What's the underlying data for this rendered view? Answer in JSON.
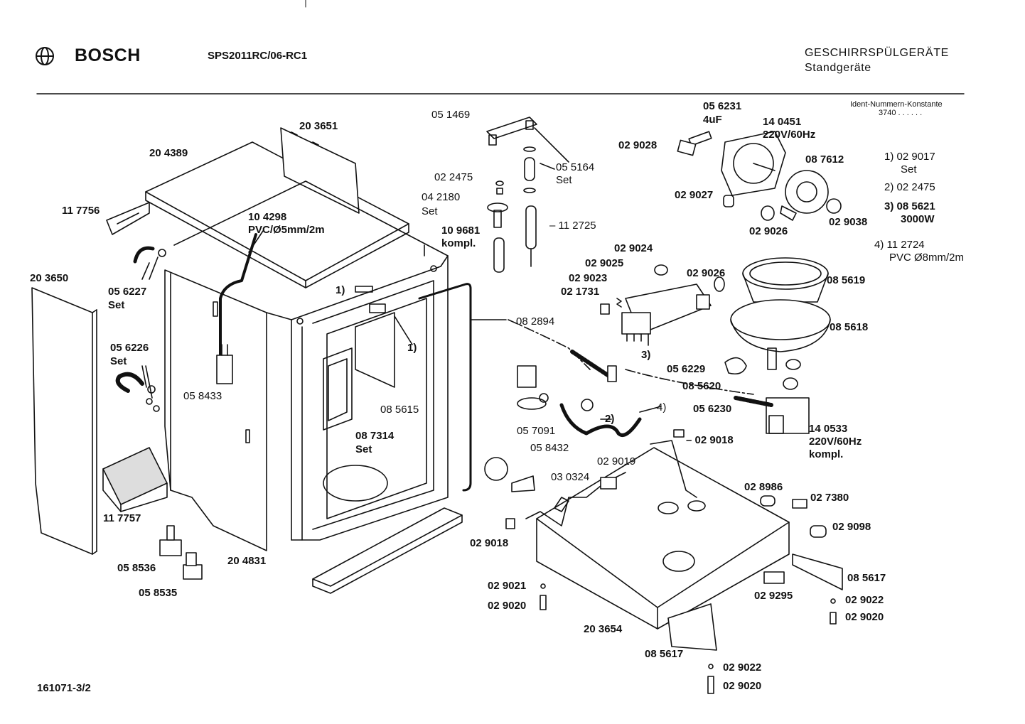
{
  "header": {
    "brand": "BOSCH",
    "model": "SPS2011RC/06-RC1",
    "category": "GESCHIRRSPÜLGERÄTE",
    "subcategory": "Standgeräte",
    "ident_title": "Ident-Nummern-Konstante",
    "ident_value": "3740  . .   . . . .",
    "icon": "bosch-armature-logo"
  },
  "legend": [
    {
      "key": "1)",
      "number": "02 9017",
      "note": "Set"
    },
    {
      "key": "2)",
      "number": "02 2475",
      "note": ""
    },
    {
      "key": "3)",
      "number": "08 5621",
      "note": "3000W"
    },
    {
      "key": "4)",
      "number": "11 2724",
      "note": "PVC Ø8mm/2m"
    }
  ],
  "parts": [
    {
      "id": "p203651",
      "text": "20 3651"
    },
    {
      "id": "p204389",
      "text": "20 4389"
    },
    {
      "id": "p117756",
      "text": "11 7756"
    },
    {
      "id": "p104298",
      "text": "10 4298"
    },
    {
      "id": "p104298b",
      "text": "PVC/Ø5mm/2m"
    },
    {
      "id": "p203650",
      "text": "20 3650"
    },
    {
      "id": "p056227",
      "text": "05 6227"
    },
    {
      "id": "p056227s",
      "text": "Set"
    },
    {
      "id": "p056226",
      "text": "05 6226"
    },
    {
      "id": "p056226s",
      "text": "Set"
    },
    {
      "id": "p058433",
      "text": "05 8433"
    },
    {
      "id": "p117757",
      "text": "11 7757"
    },
    {
      "id": "p058536",
      "text": "05 8536"
    },
    {
      "id": "p058535",
      "text": "05 8535"
    },
    {
      "id": "p204831",
      "text": "20 4831"
    },
    {
      "id": "p_1a",
      "text": "1)"
    },
    {
      "id": "p_1b",
      "text": "1)"
    },
    {
      "id": "p085615",
      "text": "08 5615"
    },
    {
      "id": "p087314",
      "text": "08 7314"
    },
    {
      "id": "p087314s",
      "text": "Set"
    },
    {
      "id": "p051469",
      "text": "05 1469"
    },
    {
      "id": "p022475",
      "text": "02 2475"
    },
    {
      "id": "p042180",
      "text": "04 2180"
    },
    {
      "id": "p042180s",
      "text": "Set"
    },
    {
      "id": "p055164",
      "text": "05 5164"
    },
    {
      "id": "p055164s",
      "text": "Set"
    },
    {
      "id": "p109681",
      "text": "10 9681"
    },
    {
      "id": "p109681k",
      "text": "kompl."
    },
    {
      "id": "p112725",
      "text": "11 2725"
    },
    {
      "id": "p082894",
      "text": "08 2894"
    },
    {
      "id": "p029024",
      "text": "02 9024"
    },
    {
      "id": "p029025",
      "text": "02 9025"
    },
    {
      "id": "p029023",
      "text": "02 9023"
    },
    {
      "id": "p021731",
      "text": "02 1731"
    },
    {
      "id": "p029026a",
      "text": "02 9026"
    },
    {
      "id": "p_3",
      "text": "3)"
    },
    {
      "id": "p056231",
      "text": "05 6231"
    },
    {
      "id": "p056231c",
      "text": "4uF"
    },
    {
      "id": "p140451",
      "text": "14 0451"
    },
    {
      "id": "p140451v",
      "text": "220V/60Hz"
    },
    {
      "id": "p029028",
      "text": "02 9028"
    },
    {
      "id": "p087612",
      "text": "08 7612"
    },
    {
      "id": "p029027",
      "text": "02 9027"
    },
    {
      "id": "p029026b",
      "text": "02 9026"
    },
    {
      "id": "p029038",
      "text": "02 9038"
    },
    {
      "id": "p085619",
      "text": "08 5619"
    },
    {
      "id": "p085618",
      "text": "08 5618"
    },
    {
      "id": "p056229",
      "text": "05 6229"
    },
    {
      "id": "p085620",
      "text": "08 5620"
    },
    {
      "id": "p056230",
      "text": "05 6230"
    },
    {
      "id": "p140533",
      "text": "14 0533"
    },
    {
      "id": "p140533v",
      "text": "220V/60Hz"
    },
    {
      "id": "p140533k",
      "text": "kompl."
    },
    {
      "id": "p057091",
      "text": "05 7091"
    },
    {
      "id": "p_2",
      "text": "2)"
    },
    {
      "id": "p_4",
      "text": "4)"
    },
    {
      "id": "p029018a",
      "text": "02 9018"
    },
    {
      "id": "p058432",
      "text": "05 8432"
    },
    {
      "id": "p030324",
      "text": "03 0324"
    },
    {
      "id": "p029019",
      "text": "02 9019"
    },
    {
      "id": "p028986",
      "text": "02 8986"
    },
    {
      "id": "p027380",
      "text": "02 7380"
    },
    {
      "id": "p029098",
      "text": "02 9098"
    },
    {
      "id": "p029018b",
      "text": "02 9018"
    },
    {
      "id": "p029021",
      "text": "02 9021"
    },
    {
      "id": "p029020a",
      "text": "02 9020"
    },
    {
      "id": "p203654",
      "text": "20 3654"
    },
    {
      "id": "p029295",
      "text": "02 9295"
    },
    {
      "id": "p085617a",
      "text": "08 5617"
    },
    {
      "id": "p029022a",
      "text": "02 9022"
    },
    {
      "id": "p029020b",
      "text": "02 9020"
    },
    {
      "id": "p085617b",
      "text": "08 5617"
    },
    {
      "id": "p029022b",
      "text": "02 9022"
    },
    {
      "id": "p029020c",
      "text": "02 9020"
    }
  ],
  "footer": {
    "sheet": "161071-3/2"
  }
}
